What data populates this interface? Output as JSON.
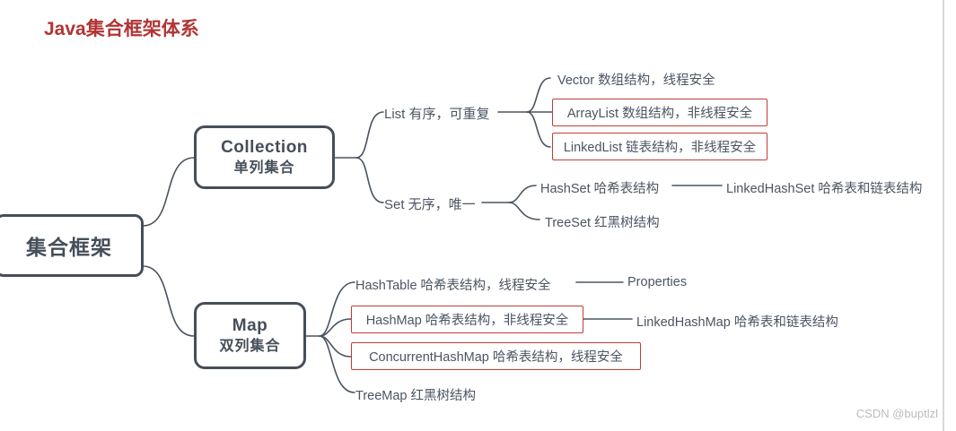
{
  "title": "Java集合框架体系",
  "watermark": "CSDN @buptlzl",
  "colors": {
    "title_red": "#b23434",
    "line_slate": "#4a5360",
    "node_border": "#454e59",
    "node_text": "#454e59",
    "leaf_text": "#4a5563",
    "highlight_red": "#c43c35",
    "watermark_gray": "#bbbbbb",
    "edge_line": "#cccccc"
  },
  "root": {
    "label": "集合框架"
  },
  "branches": {
    "collection": {
      "title": "Collection",
      "subtitle": "单列集合"
    },
    "map": {
      "title": "Map",
      "subtitle": "双列集合"
    }
  },
  "groups": {
    "list": {
      "label": "List 有序，可重复"
    },
    "set": {
      "label": "Set 无序，唯一"
    }
  },
  "leaves": {
    "vector": {
      "label": "Vector 数组结构，线程安全",
      "highlighted": false
    },
    "arraylist": {
      "label": "ArrayList 数组结构，非线程安全",
      "highlighted": true
    },
    "linkedlist": {
      "label": "LinkedList 链表结构，非线程安全",
      "highlighted": true
    },
    "hashset": {
      "label": "HashSet 哈希表结构",
      "highlighted": false
    },
    "linkedhashset": {
      "label": "LinkedHashSet 哈希表和链表结构",
      "highlighted": false
    },
    "treeset": {
      "label": "TreeSet 红黑树结构",
      "highlighted": false
    },
    "hashtable": {
      "label": "HashTable 哈希表结构，线程安全",
      "highlighted": false
    },
    "properties": {
      "label": "Properties",
      "highlighted": false
    },
    "hashmap": {
      "label": "HashMap 哈希表结构，非线程安全",
      "highlighted": true
    },
    "linkedhashmap": {
      "label": "LinkedHashMap 哈希表和链表结构",
      "highlighted": false
    },
    "concurrenthashmap": {
      "label": "ConcurrentHashMap 哈希表结构，线程安全",
      "highlighted": true
    },
    "treemap": {
      "label": "TreeMap 红黑树结构",
      "highlighted": false
    }
  }
}
